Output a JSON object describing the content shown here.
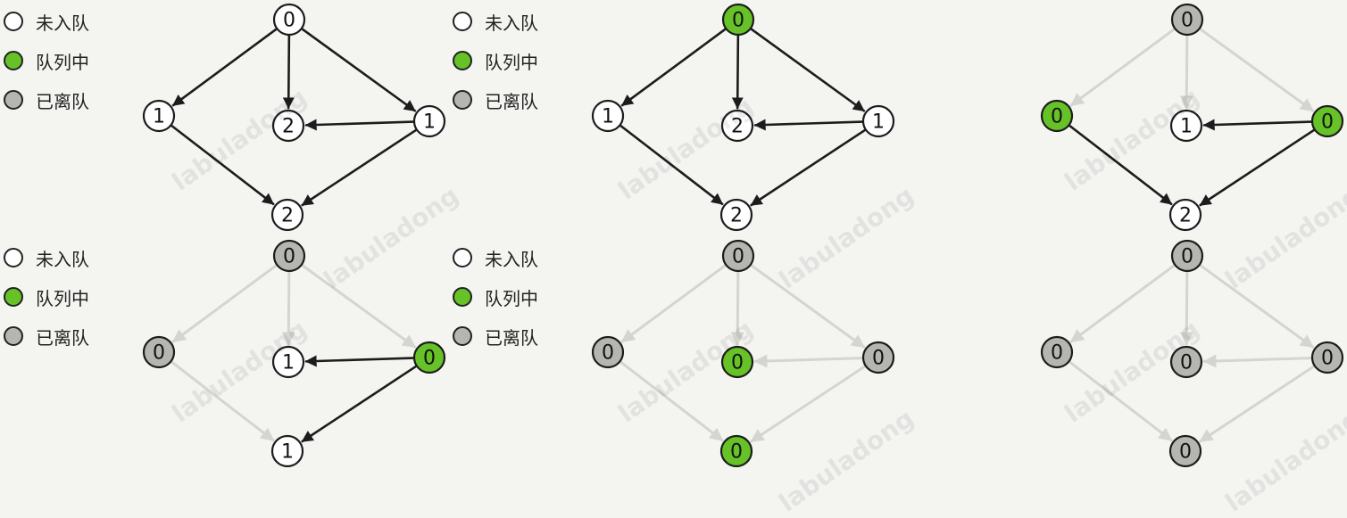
{
  "legend": {
    "not_enqueued": "未入队",
    "in_queue": "队列中",
    "dequeued": "已离队"
  },
  "colors": {
    "not_enqueued": "#ffffff",
    "in_queue": "#66c227",
    "dequeued": "#b5b5b2",
    "edge_active": "#1c1c1c",
    "edge_faded": "#d4d4d0"
  },
  "watermark": "labuladong",
  "panels": [
    {
      "show_legend": true,
      "nodes": [
        {
          "label": "0",
          "state": "not_enqueued"
        },
        {
          "label": "1",
          "state": "not_enqueued"
        },
        {
          "label": "2",
          "state": "not_enqueued"
        },
        {
          "label": "1",
          "state": "not_enqueued"
        },
        {
          "label": "2",
          "state": "not_enqueued"
        }
      ],
      "edges": [
        {
          "from": 0,
          "to": 1,
          "faded": false
        },
        {
          "from": 0,
          "to": 2,
          "faded": false
        },
        {
          "from": 0,
          "to": 3,
          "faded": false
        },
        {
          "from": 3,
          "to": 2,
          "faded": false
        },
        {
          "from": 1,
          "to": 4,
          "faded": false
        },
        {
          "from": 3,
          "to": 4,
          "faded": false
        }
      ]
    },
    {
      "show_legend": true,
      "nodes": [
        {
          "label": "0",
          "state": "in_queue"
        },
        {
          "label": "1",
          "state": "not_enqueued"
        },
        {
          "label": "2",
          "state": "not_enqueued"
        },
        {
          "label": "1",
          "state": "not_enqueued"
        },
        {
          "label": "2",
          "state": "not_enqueued"
        }
      ],
      "edges": [
        {
          "from": 0,
          "to": 1,
          "faded": false
        },
        {
          "from": 0,
          "to": 2,
          "faded": false
        },
        {
          "from": 0,
          "to": 3,
          "faded": false
        },
        {
          "from": 3,
          "to": 2,
          "faded": false
        },
        {
          "from": 1,
          "to": 4,
          "faded": false
        },
        {
          "from": 3,
          "to": 4,
          "faded": false
        }
      ]
    },
    {
      "show_legend": false,
      "nodes": [
        {
          "label": "0",
          "state": "dequeued"
        },
        {
          "label": "0",
          "state": "in_queue"
        },
        {
          "label": "1",
          "state": "not_enqueued"
        },
        {
          "label": "0",
          "state": "in_queue"
        },
        {
          "label": "2",
          "state": "not_enqueued"
        }
      ],
      "edges": [
        {
          "from": 0,
          "to": 1,
          "faded": true
        },
        {
          "from": 0,
          "to": 2,
          "faded": true
        },
        {
          "from": 0,
          "to": 3,
          "faded": true
        },
        {
          "from": 3,
          "to": 2,
          "faded": false
        },
        {
          "from": 1,
          "to": 4,
          "faded": false
        },
        {
          "from": 3,
          "to": 4,
          "faded": false
        }
      ]
    },
    {
      "show_legend": true,
      "nodes": [
        {
          "label": "0",
          "state": "dequeued"
        },
        {
          "label": "0",
          "state": "dequeued"
        },
        {
          "label": "1",
          "state": "not_enqueued"
        },
        {
          "label": "0",
          "state": "in_queue"
        },
        {
          "label": "1",
          "state": "not_enqueued"
        }
      ],
      "edges": [
        {
          "from": 0,
          "to": 1,
          "faded": true
        },
        {
          "from": 0,
          "to": 2,
          "faded": true
        },
        {
          "from": 0,
          "to": 3,
          "faded": true
        },
        {
          "from": 3,
          "to": 2,
          "faded": false
        },
        {
          "from": 1,
          "to": 4,
          "faded": true
        },
        {
          "from": 3,
          "to": 4,
          "faded": false
        }
      ]
    },
    {
      "show_legend": true,
      "nodes": [
        {
          "label": "0",
          "state": "dequeued"
        },
        {
          "label": "0",
          "state": "dequeued"
        },
        {
          "label": "0",
          "state": "in_queue"
        },
        {
          "label": "0",
          "state": "dequeued"
        },
        {
          "label": "0",
          "state": "in_queue"
        }
      ],
      "edges": [
        {
          "from": 0,
          "to": 1,
          "faded": true
        },
        {
          "from": 0,
          "to": 2,
          "faded": true
        },
        {
          "from": 0,
          "to": 3,
          "faded": true
        },
        {
          "from": 3,
          "to": 2,
          "faded": true
        },
        {
          "from": 1,
          "to": 4,
          "faded": true
        },
        {
          "from": 3,
          "to": 4,
          "faded": true
        }
      ]
    },
    {
      "show_legend": false,
      "nodes": [
        {
          "label": "0",
          "state": "dequeued"
        },
        {
          "label": "0",
          "state": "dequeued"
        },
        {
          "label": "0",
          "state": "dequeued"
        },
        {
          "label": "0",
          "state": "dequeued"
        },
        {
          "label": "0",
          "state": "dequeued"
        }
      ],
      "edges": [
        {
          "from": 0,
          "to": 1,
          "faded": true
        },
        {
          "from": 0,
          "to": 2,
          "faded": true
        },
        {
          "from": 0,
          "to": 3,
          "faded": true
        },
        {
          "from": 3,
          "to": 2,
          "faded": true
        },
        {
          "from": 1,
          "to": 4,
          "faded": true
        },
        {
          "from": 3,
          "to": 4,
          "faded": true
        }
      ]
    }
  ]
}
